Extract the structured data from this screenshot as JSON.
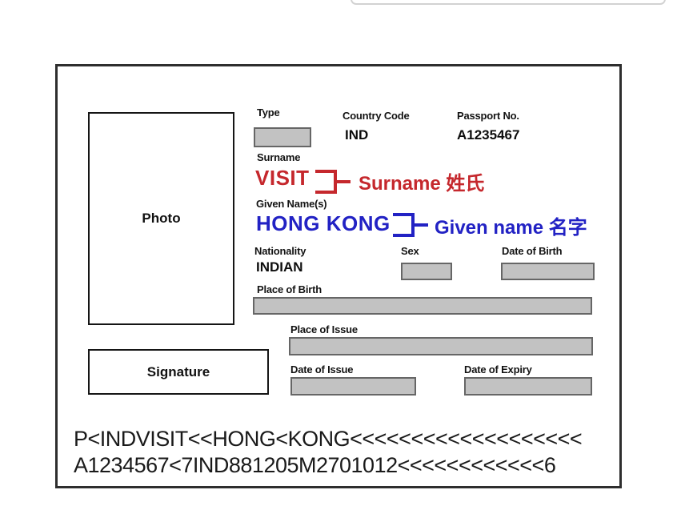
{
  "colors": {
    "surname_red": "#c5282d",
    "given_blue": "#2222c4",
    "field_box_fill": "#c2c2c2",
    "field_box_border": "#666666",
    "card_border": "#2e2e2e"
  },
  "passport": {
    "type_label": "Type",
    "country_code_label": "Country Code",
    "country_code_value": "IND",
    "passport_no_label": "Passport No.",
    "passport_no_value": "A1235467",
    "surname_label": "Surname",
    "surname_value": "VISIT",
    "surname_annotation": "Surname 姓氏",
    "given_names_label": "Given Name(s)",
    "given_names_value": "HONG KONG",
    "given_names_annotation": "Given name 名字",
    "nationality_label": "Nationality",
    "nationality_value": "INDIAN",
    "sex_label": "Sex",
    "date_of_birth_label": "Date of Birth",
    "place_of_birth_label": "Place of Birth",
    "place_of_issue_label": "Place of Issue",
    "date_of_issue_label": "Date of Issue",
    "date_of_expiry_label": "Date of Expiry",
    "photo_label": "Photo",
    "signature_label": "Signature",
    "mrz": {
      "line1": "P<INDVISIT<<HONG<KONG<<<<<<<<<<<<<<<<<<<",
      "line2": "A1234567<7IND881205M2701012<<<<<<<<<<<<6"
    }
  }
}
